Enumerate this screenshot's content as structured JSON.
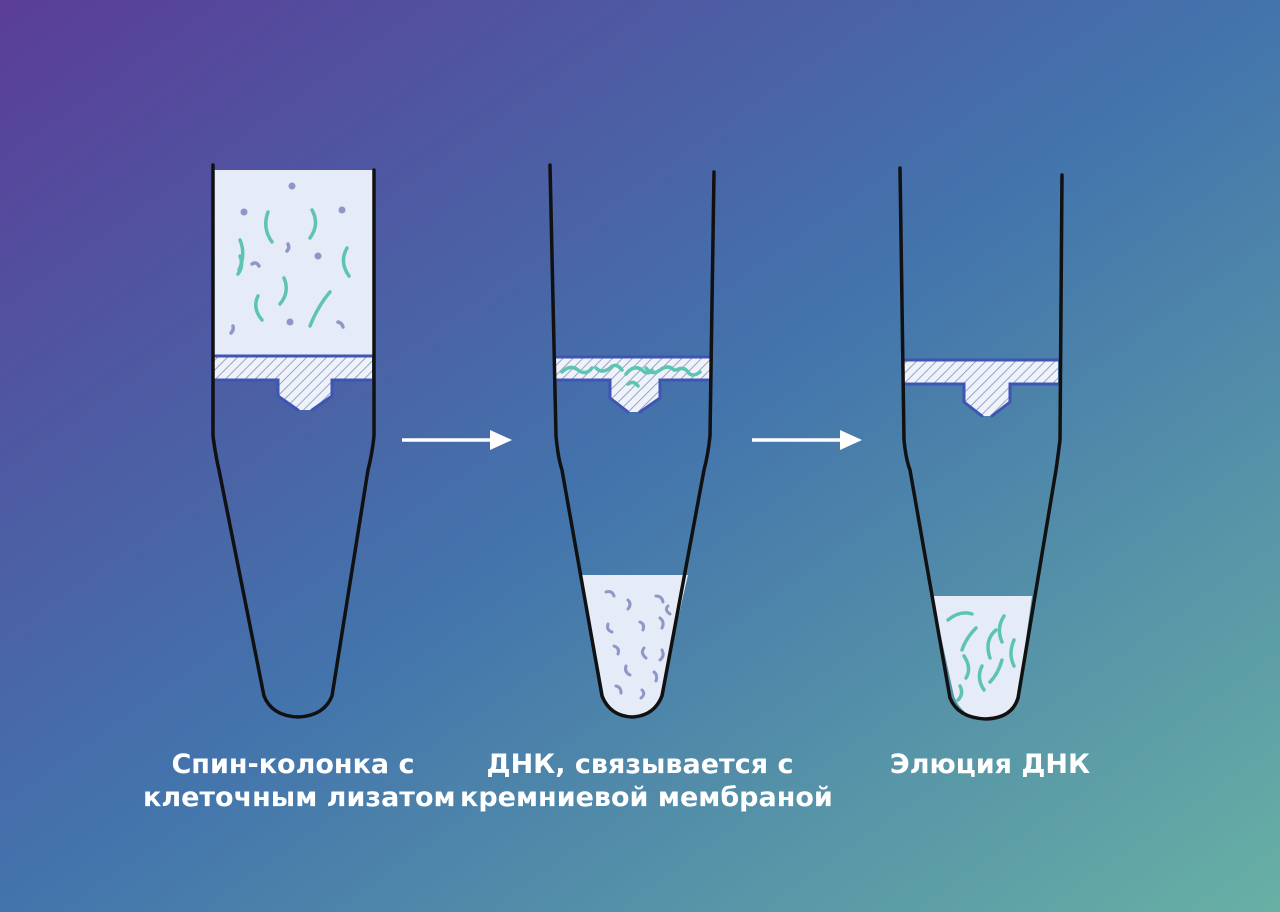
{
  "colors": {
    "bg_top_left": "#5a3d98",
    "bg_mid": "#4374ac",
    "bg_bottom_right": "#68b0a4",
    "tube_outline": "#111111",
    "fill_liquid": "#e6ecf7",
    "membrane_blue": "#3f55b4",
    "dna_teal": "#5ec4b2",
    "particle_lavender": "#8f97c8",
    "arrow": "#ffffff"
  },
  "steps": [
    {
      "caption": [
        "Спин-колонка с",
        "клеточным лизатом"
      ],
      "column_content": "cell-lysate",
      "tube_content": "empty"
    },
    {
      "caption": [
        "ДНК, связывается с",
        "кремниевой мембраной"
      ],
      "column_content": "dna-bound-membrane",
      "tube_content": "impurities-flow-through"
    },
    {
      "caption": [
        "Элюция ДНК"
      ],
      "column_content": "clean-membrane",
      "tube_content": "eluted-dna"
    }
  ],
  "arrows": 2
}
